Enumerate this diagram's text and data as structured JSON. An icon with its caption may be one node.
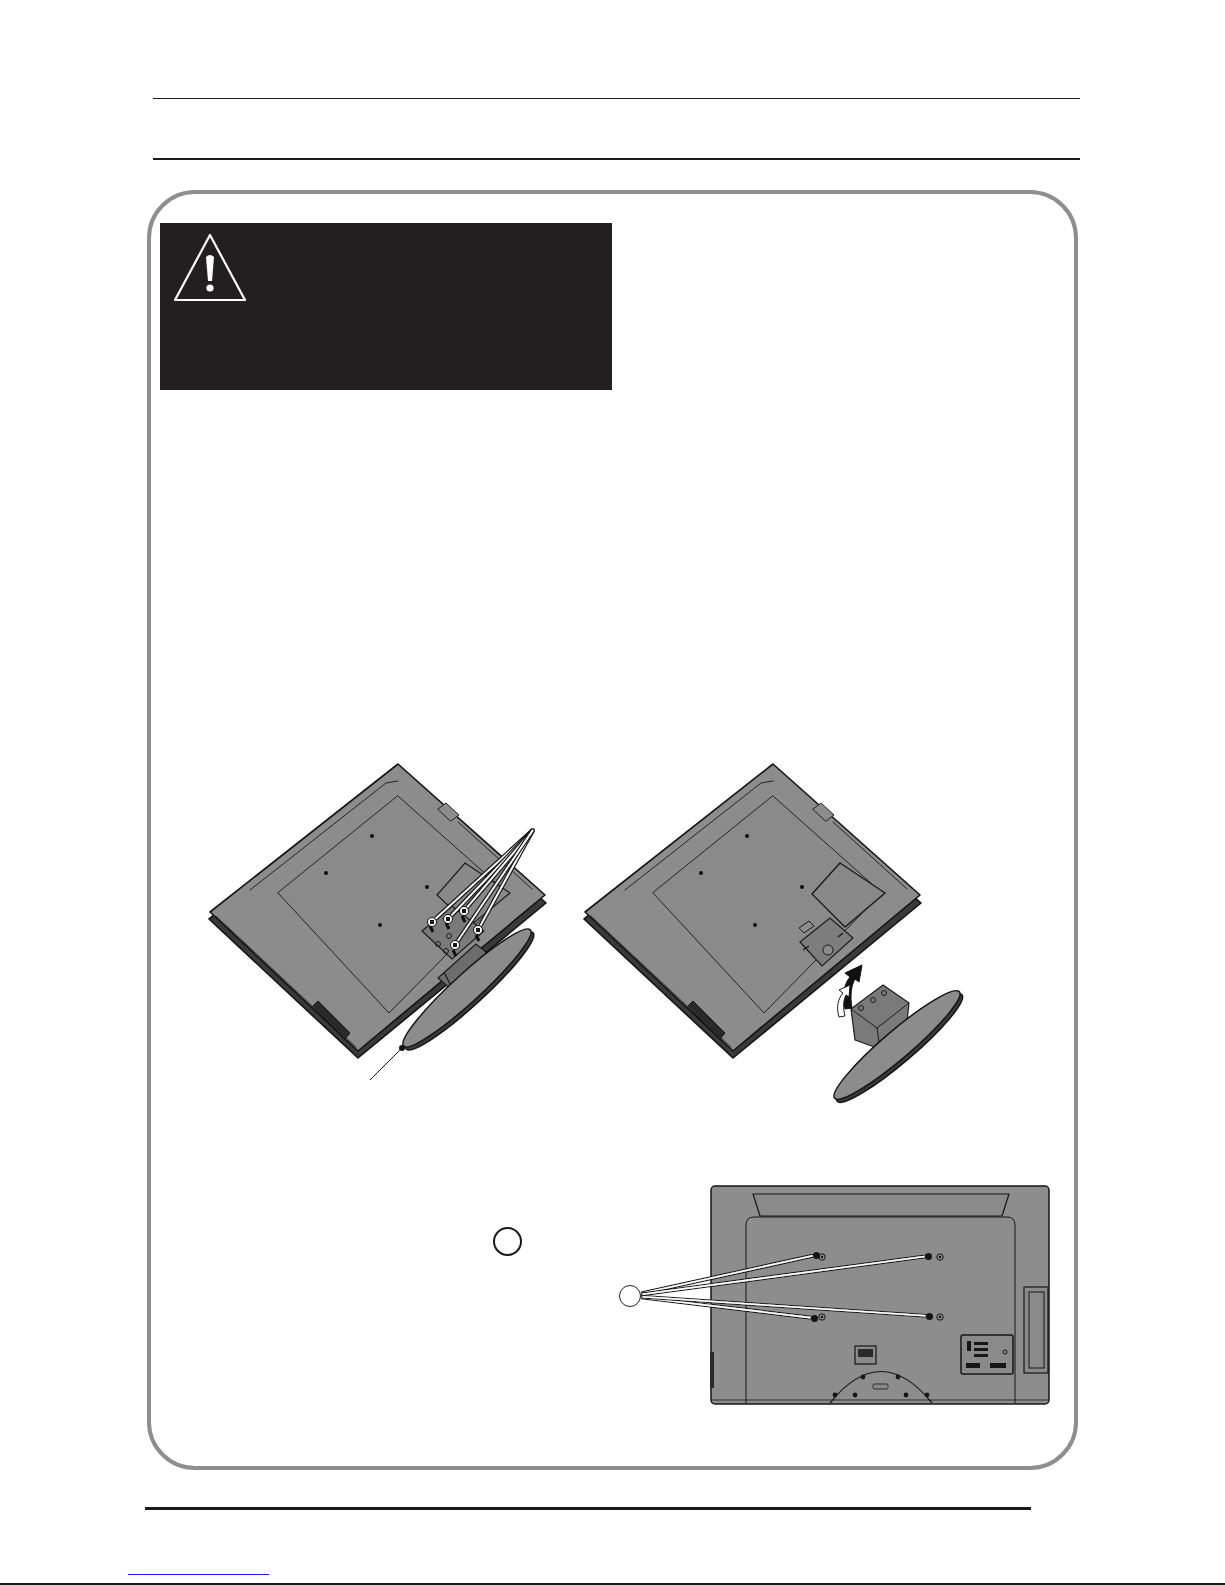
{
  "diagram": {
    "nodes": [
      {
        "text": [],
        "shape": "circle"
      },
      {
        "text": [],
        "shape": "circle"
      },
      {
        "text": [],
        "shape": "circle"
      },
      {
        "text": [],
        "shape": "circle"
      },
      {
        "text": [],
        "shape": "circle"
      },
      {
        "text": [],
        "shape": "circle"
      },
      {
        "text": [],
        "shape": "circle"
      },
      {
        "text": [],
        "shape": "circle"
      },
      {
        "text": [],
        "shape": "circle"
      },
      {
        "text": [],
        "shape": "circle"
      },
      {
        "text": [],
        "shape": "circle"
      },
      {
        "text": [],
        "shape": "circle"
      }
    ],
    "edges": [
      {
        "from": null,
        "to": 0,
        "arrow": "none"
      },
      {
        "from": null,
        "to": 1,
        "arrow": "none"
      },
      {
        "from": null,
        "to": 2,
        "arrow": "none"
      },
      {
        "from": null,
        "to": 3,
        "arrow": "none"
      },
      {
        "from": null,
        "to": 4,
        "arrow": "none"
      },
      {
        "from": null,
        "to": 5,
        "arrow": "none",
        "color": "#161616"
      },
      {
        "from": 7,
        "to": 8,
        "arrow": "none"
      },
      {
        "from": 7,
        "to": 9,
        "arrow": "none"
      },
      {
        "from": 7,
        "to": 10,
        "arrow": "none"
      },
      {
        "from": 7,
        "to": 11,
        "arrow": "none"
      }
    ]
  }
}
